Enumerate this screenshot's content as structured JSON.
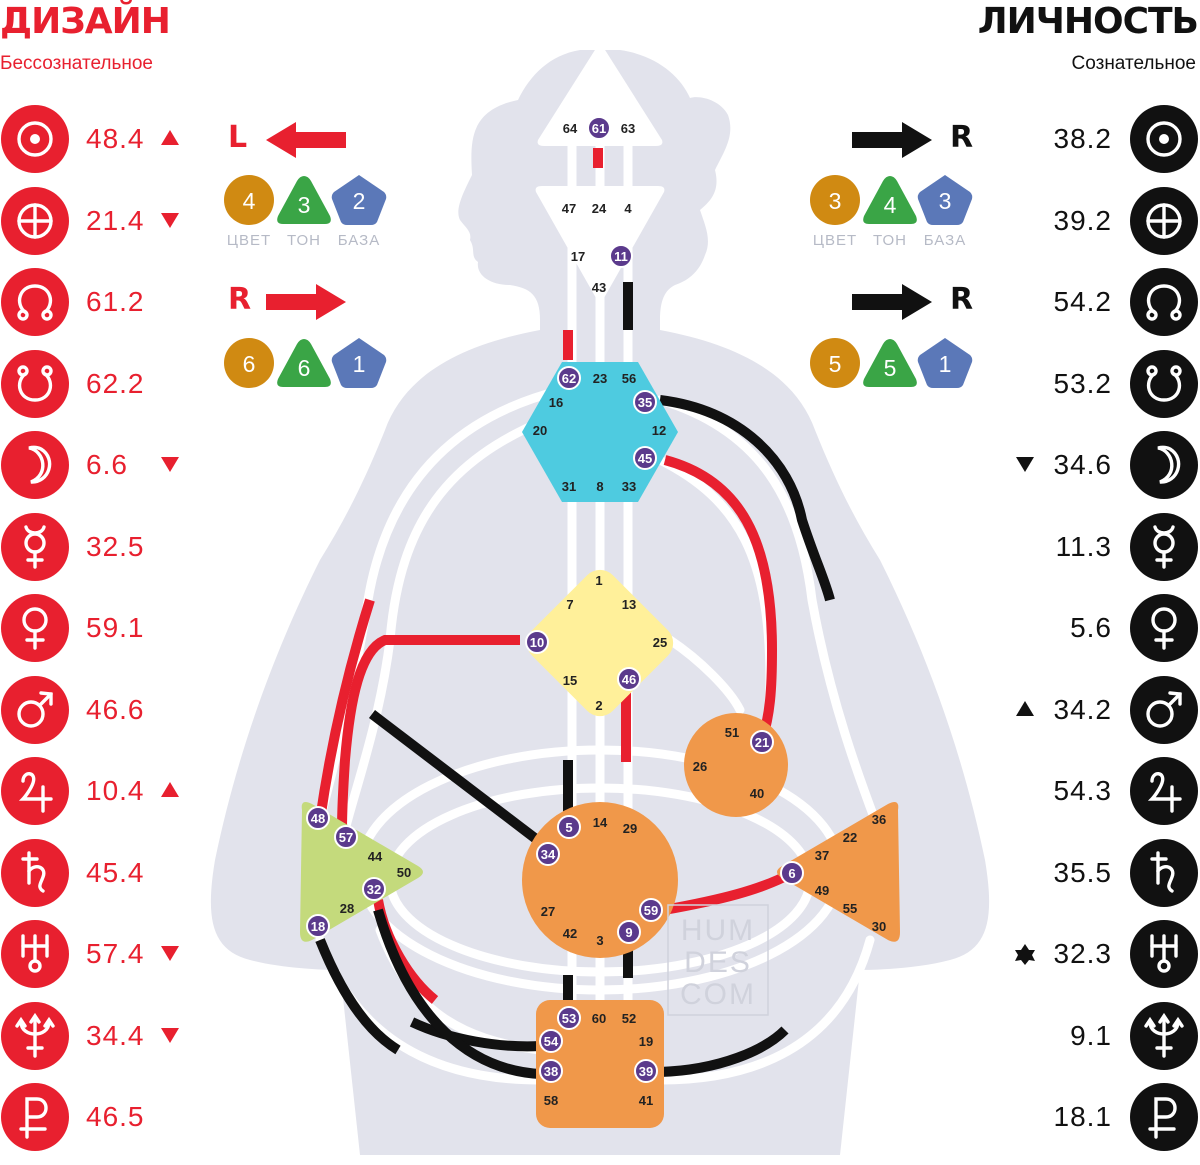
{
  "header": {
    "design_title": "ДИЗАЙН",
    "design_subtitle": "Бессознательное",
    "personality_title": "ЛИЧНОСТЬ",
    "personality_subtitle": "Сознательное"
  },
  "colors": {
    "design": "#e8202f",
    "personality": "#111111",
    "body": "#e2e3ec",
    "head_center": "#ffffff",
    "throat": "#4ecbe0",
    "g_center": "#fff09a",
    "motor_orange": "#f0984a",
    "spleen": "#c4da7c",
    "gate_badge": "#5b3a8c",
    "color_badge": "#d08a12",
    "tone_badge": "#3aa546",
    "base_badge": "#5b78b8"
  },
  "design_planets": [
    {
      "icon": "sun-icon",
      "value": "48.4",
      "mark": "up"
    },
    {
      "icon": "earth-icon",
      "value": "21.4",
      "mark": "down"
    },
    {
      "icon": "north-node-icon",
      "value": "61.2",
      "mark": ""
    },
    {
      "icon": "south-node-icon",
      "value": "62.2",
      "mark": ""
    },
    {
      "icon": "moon-icon",
      "value": "6.6",
      "mark": "down"
    },
    {
      "icon": "mercury-icon",
      "value": "32.5",
      "mark": ""
    },
    {
      "icon": "venus-icon",
      "value": "59.1",
      "mark": ""
    },
    {
      "icon": "mars-icon",
      "value": "46.6",
      "mark": ""
    },
    {
      "icon": "jupiter-icon",
      "value": "10.4",
      "mark": "up"
    },
    {
      "icon": "saturn-icon",
      "value": "45.4",
      "mark": ""
    },
    {
      "icon": "uranus-icon",
      "value": "57.4",
      "mark": "down"
    },
    {
      "icon": "neptune-icon",
      "value": "34.4",
      "mark": "down"
    },
    {
      "icon": "pluto-icon",
      "value": "46.5",
      "mark": ""
    }
  ],
  "personality_planets": [
    {
      "icon": "sun-icon",
      "value": "38.2",
      "mark": ""
    },
    {
      "icon": "earth-icon",
      "value": "39.2",
      "mark": ""
    },
    {
      "icon": "north-node-icon",
      "value": "54.2",
      "mark": ""
    },
    {
      "icon": "south-node-icon",
      "value": "53.2",
      "mark": ""
    },
    {
      "icon": "moon-icon",
      "value": "34.6",
      "mark": "down"
    },
    {
      "icon": "mercury-icon",
      "value": "11.3",
      "mark": ""
    },
    {
      "icon": "venus-icon",
      "value": "5.6",
      "mark": ""
    },
    {
      "icon": "mars-icon",
      "value": "34.2",
      "mark": "up"
    },
    {
      "icon": "jupiter-icon",
      "value": "54.3",
      "mark": ""
    },
    {
      "icon": "saturn-icon",
      "value": "35.5",
      "mark": ""
    },
    {
      "icon": "uranus-icon",
      "value": "32.3",
      "mark": "star"
    },
    {
      "icon": "neptune-icon",
      "value": "9.1",
      "mark": ""
    },
    {
      "icon": "pluto-icon",
      "value": "18.1",
      "mark": ""
    }
  ],
  "variables": {
    "captions": [
      "ЦВЕТ",
      "ТОН",
      "БАЗА"
    ],
    "design_top": {
      "direction": "L",
      "color": "4",
      "tone": "3",
      "base": "2"
    },
    "design_bottom": {
      "direction": "R",
      "color": "6",
      "tone": "6",
      "base": "1"
    },
    "personality_top": {
      "direction": "R",
      "color": "3",
      "tone": "4",
      "base": "3"
    },
    "personality_bottom": {
      "direction": "R",
      "color": "5",
      "tone": "5",
      "base": "1"
    }
  },
  "watermark": [
    "HUM",
    "DES",
    "COM"
  ],
  "centers": {
    "head": {
      "gates": [
        "64",
        "61",
        "63"
      ],
      "active": [
        "61"
      ]
    },
    "ajna": {
      "gates": [
        "47",
        "24",
        "4",
        "17",
        "11",
        "43"
      ],
      "active": [
        "11"
      ]
    },
    "throat": {
      "gates": [
        "62",
        "23",
        "56",
        "16",
        "35",
        "20",
        "12",
        "45",
        "31",
        "8",
        "33"
      ],
      "active": [
        "62",
        "35",
        "45"
      ]
    },
    "g": {
      "gates": [
        "1",
        "7",
        "13",
        "10",
        "25",
        "15",
        "46",
        "2"
      ],
      "active": [
        "10",
        "46"
      ]
    },
    "ego": {
      "gates": [
        "51",
        "21",
        "26",
        "40"
      ],
      "active": [
        "21"
      ]
    },
    "spleen": {
      "gates": [
        "48",
        "57",
        "44",
        "50",
        "32",
        "28",
        "18"
      ],
      "active": [
        "48",
        "57",
        "32",
        "18"
      ]
    },
    "sacral": {
      "gates": [
        "5",
        "14",
        "29",
        "34",
        "27",
        "59",
        "42",
        "3",
        "9"
      ],
      "active": [
        "5",
        "34",
        "59",
        "9"
      ]
    },
    "solar_plexus": {
      "gates": [
        "36",
        "22",
        "37",
        "6",
        "49",
        "55",
        "30"
      ],
      "active": [
        "6"
      ]
    },
    "root": {
      "gates": [
        "53",
        "60",
        "52",
        "54",
        "19",
        "38",
        "39",
        "58",
        "41"
      ],
      "active": [
        "53",
        "54",
        "38",
        "39"
      ]
    }
  }
}
